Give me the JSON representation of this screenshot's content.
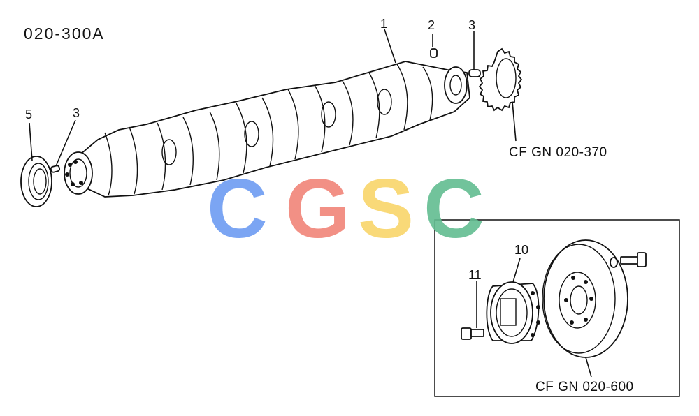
{
  "title": "020-300A",
  "callouts": {
    "c1": "1",
    "c2": "2",
    "c3a": "3",
    "c3b": "3",
    "c5": "5",
    "c10": "10",
    "c11": "11"
  },
  "references": {
    "gear": "CF GN 020-370",
    "pulley": "CF GN 020-600"
  },
  "watermark": {
    "letters": [
      "C",
      "G",
      "S",
      "C"
    ],
    "colors": [
      "#6d9cf2",
      "#f18478",
      "#f9d56a",
      "#62bd91"
    ]
  },
  "colors": {
    "line": "#111111",
    "background": "#ffffff"
  }
}
